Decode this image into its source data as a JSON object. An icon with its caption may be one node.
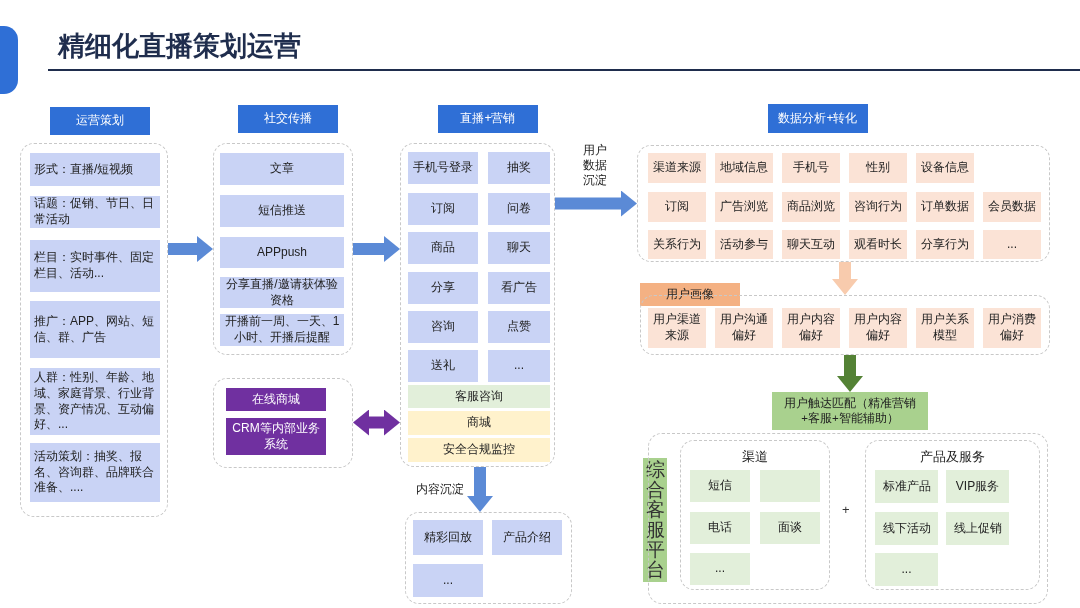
{
  "diagram": {
    "title": "精细化直播策划运营",
    "nodes": [
      {
        "text": [
          "运营策划"
        ]
      },
      {
        "text": [],
        "shape": "box"
      },
      {
        "text": [
          "形式：直播/短视频"
        ],
        "in": 1
      },
      {
        "text": [
          "话题：促销、节日、日常活动"
        ],
        "in": 1
      },
      {
        "text": [
          "栏目：实时事件、固定栏目、活动..."
        ],
        "in": 1
      },
      {
        "text": [
          "推广：APP、网站、短信、群、广告"
        ],
        "in": 1
      },
      {
        "text": [
          "人群：性别、年龄、地域、家庭背景、行业背景、资产情况、互动偏好、..."
        ],
        "in": 1
      },
      {
        "text": [
          "活动策划：抽奖、报名、咨询群、品牌联合准备、...."
        ],
        "in": 1
      },
      {
        "text": [
          "社交传播"
        ]
      },
      {
        "text": [],
        "shape": "box"
      },
      {
        "text": [
          "文章"
        ],
        "in": 9
      },
      {
        "text": [
          "短信推送"
        ],
        "in": 9
      },
      {
        "text": [
          "APPpush"
        ],
        "in": 9
      },
      {
        "text": [
          "分享直播/邀请获体验资格"
        ],
        "in": 9
      },
      {
        "text": [
          "开播前一周、一天、1小时、开播后提醒"
        ],
        "in": 9
      },
      {
        "text": [],
        "shape": "box"
      },
      {
        "text": [
          "在线商城"
        ],
        "in": 15
      },
      {
        "text": [
          "CRM等内部业务系统"
        ],
        "in": 15
      },
      {
        "text": [
          "直播+营销"
        ]
      },
      {
        "text": [],
        "shape": "box"
      },
      {
        "text": [
          "手机号登录"
        ],
        "in": 19
      },
      {
        "text": [
          "抽奖"
        ],
        "in": 19
      },
      {
        "text": [
          "订阅"
        ],
        "in": 19
      },
      {
        "text": [
          "问卷"
        ],
        "in": 19
      },
      {
        "text": [
          "商品"
        ],
        "in": 19
      },
      {
        "text": [
          "聊天"
        ],
        "in": 19
      },
      {
        "text": [
          "分享"
        ],
        "in": 19
      },
      {
        "text": [
          "看广告"
        ],
        "in": 19
      },
      {
        "text": [
          "咨询"
        ],
        "in": 19
      },
      {
        "text": [
          "点赞"
        ],
        "in": 19
      },
      {
        "text": [
          "送礼"
        ],
        "in": 19
      },
      {
        "text": [
          "..."
        ],
        "in": 19
      },
      {
        "text": [
          "客服咨询"
        ],
        "in": 19
      },
      {
        "text": [
          "商城"
        ],
        "in": 19
      },
      {
        "text": [
          "安全合规监控"
        ],
        "in": 19
      },
      {
        "text": [],
        "shape": "box"
      },
      {
        "text": [
          "精彩回放"
        ],
        "in": 35
      },
      {
        "text": [
          "产品介绍"
        ],
        "in": 35
      },
      {
        "text": [
          "..."
        ],
        "in": 35
      },
      {
        "text": [
          "数据分析+转化"
        ]
      },
      {
        "text": [],
        "shape": "box"
      },
      {
        "text": [
          "渠道来源"
        ],
        "in": 40
      },
      {
        "text": [
          "地域信息"
        ],
        "in": 40
      },
      {
        "text": [
          "手机号"
        ],
        "in": 40
      },
      {
        "text": [
          "性别"
        ],
        "in": 40
      },
      {
        "text": [
          "设备信息"
        ],
        "in": 40
      },
      {
        "text": [
          "订阅"
        ],
        "in": 40
      },
      {
        "text": [
          "广告浏览"
        ],
        "in": 40
      },
      {
        "text": [
          "商品浏览"
        ],
        "in": 40
      },
      {
        "text": [
          "咨询行为"
        ],
        "in": 40
      },
      {
        "text": [
          "订单数据"
        ],
        "in": 40
      },
      {
        "text": [
          "会员数据"
        ],
        "in": 40
      },
      {
        "text": [
          "关系行为"
        ],
        "in": 40
      },
      {
        "text": [
          "活动参与"
        ],
        "in": 40
      },
      {
        "text": [
          "聊天互动"
        ],
        "in": 40
      },
      {
        "text": [
          "观看时长"
        ],
        "in": 40
      },
      {
        "text": [
          "分享行为"
        ],
        "in": 40
      },
      {
        "text": [
          "..."
        ],
        "in": 40
      },
      {
        "text": [
          "用户画像"
        ]
      },
      {
        "text": [],
        "shape": "box"
      },
      {
        "text": [
          "用户渠道来源"
        ],
        "in": 59
      },
      {
        "text": [
          "用户沟通偏好"
        ],
        "in": 59
      },
      {
        "text": [
          "用户内容偏好"
        ],
        "in": 59
      },
      {
        "text": [
          "用户内容偏好"
        ],
        "in": 59
      },
      {
        "text": [
          "用户关系模型"
        ],
        "in": 59
      },
      {
        "text": [
          "用户消费偏好"
        ],
        "in": 59
      },
      {
        "text": [
          "用户触达匹配（精准营销+客服+智能辅助）"
        ]
      },
      {
        "text": [
          "综合客服平台"
        ]
      },
      {
        "text": [],
        "shape": "box"
      },
      {
        "text": [
          "渠道"
        ],
        "in": 68
      },
      {
        "text": [
          "短信"
        ],
        "in": 69
      },
      {
        "text": [],
        "shape": "box",
        "in": 69
      },
      {
        "text": [
          "电话"
        ],
        "in": 69
      },
      {
        "text": [
          "面谈"
        ],
        "in": 69
      },
      {
        "text": [
          "..."
        ],
        "in": 69
      },
      {
        "text": [
          "产品及服务"
        ],
        "in": 68
      },
      {
        "text": [
          "标准产品"
        ],
        "in": 75
      },
      {
        "text": [
          "VIP服务"
        ],
        "in": 75
      },
      {
        "text": [
          "线下活动"
        ],
        "in": 75
      },
      {
        "text": [
          "线上促销"
        ],
        "in": 75
      },
      {
        "text": [
          "..."
        ],
        "in": 75
      }
    ],
    "edges": [
      {
        "from": 1,
        "to": 9,
        "arrow": "to"
      },
      {
        "from": 9,
        "to": 19,
        "arrow": "to"
      },
      {
        "from": 15,
        "to": 19,
        "arrow": "both",
        "color": "#7030a0"
      },
      {
        "from": 19,
        "to": 40,
        "arrow": "to",
        "label": "用户数据沉淀"
      },
      {
        "from": 19,
        "to": 35,
        "arrow": "to",
        "label": "内容沉淀"
      },
      {
        "from": 40,
        "to": 59,
        "arrow": "to",
        "color": "#f8cbad"
      },
      {
        "from": 59,
        "to": 66,
        "arrow": "to",
        "color": "#548235"
      }
    ],
    "labels": [
      "+"
    ]
  }
}
